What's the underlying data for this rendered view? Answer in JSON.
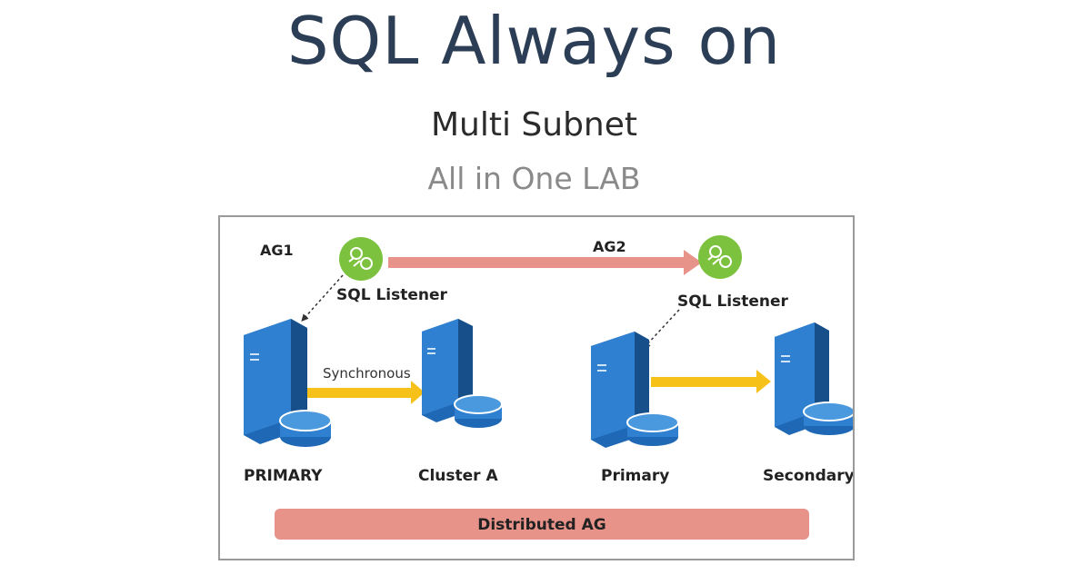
{
  "header": {
    "title": "SQL Always on",
    "subtitle": "Multi Subnet",
    "subtitle2": "All in One LAB"
  },
  "diagram": {
    "ag1_label": "AG1",
    "ag2_label": "AG2",
    "listener1_label": "SQL Listener",
    "listener2_label": "SQL Listener",
    "sync_label": "Synchronous",
    "server1_label": "PRIMARY",
    "server2_label": "Cluster A",
    "server3_label": "Primary",
    "server4_label": "Secondary",
    "distributed_label": "Distributed AG"
  },
  "colors": {
    "server_blue": "#2f80d1",
    "listener_green": "#7cc23f",
    "sync_arrow": "#f6c21a",
    "ag_arrow": "#e8938a",
    "distributed_bar": "#e8938a"
  }
}
